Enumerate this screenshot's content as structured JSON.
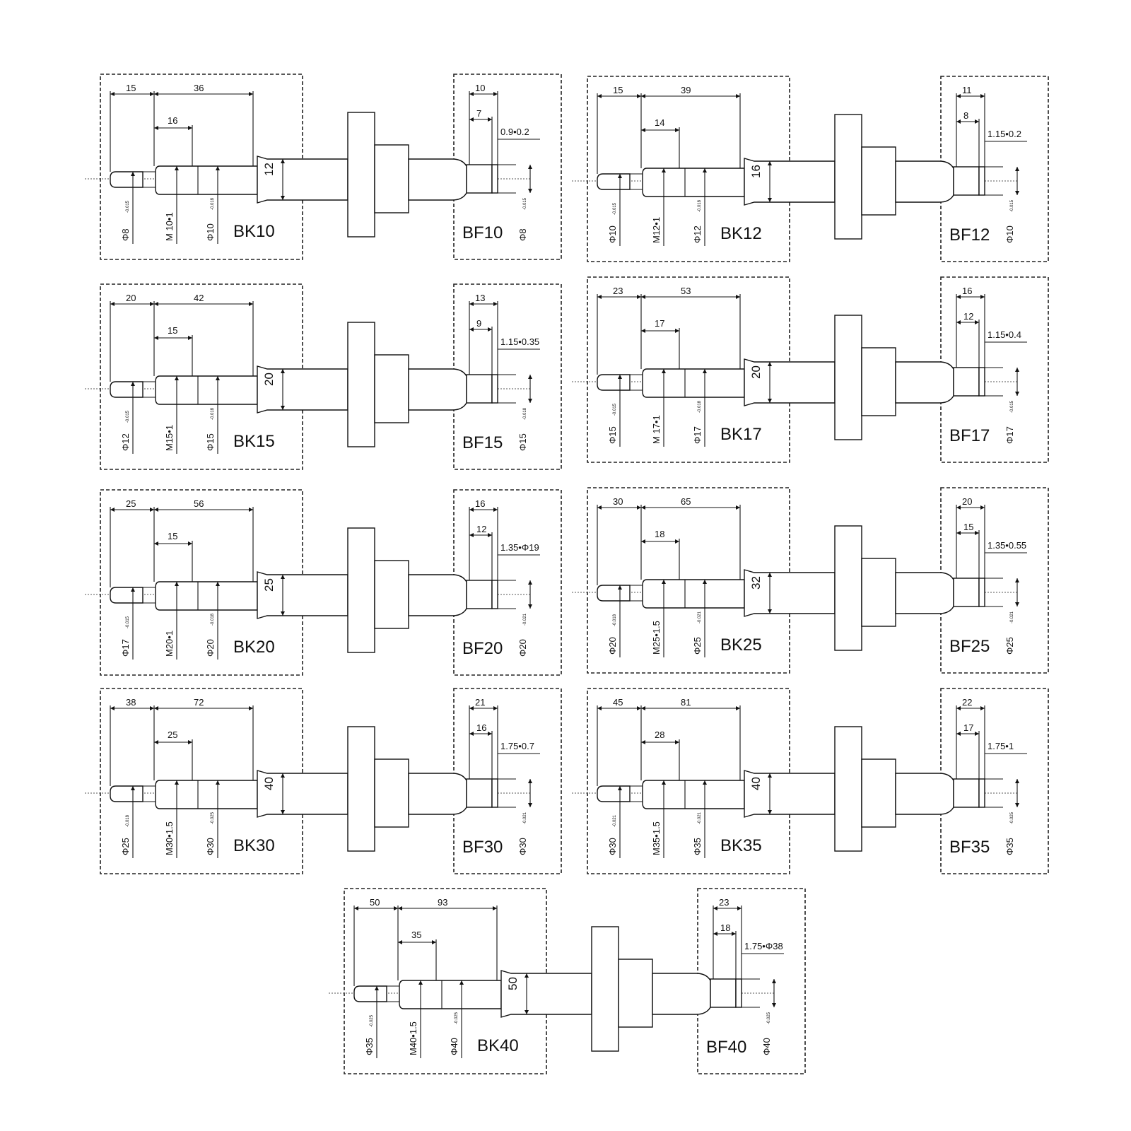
{
  "diagrams": [
    {
      "bk_label": "BK10",
      "bf_label": "BF10",
      "bk_total": "15",
      "bk_shaft": "36",
      "bk_thread_len": "16",
      "step_dia": "12",
      "bk_end_dia": "Φ8",
      "bk_end_tol": "-0.015",
      "bk_thread": "M 10•1",
      "bk_brg_dia": "Φ10",
      "bk_brg_tol": "-0.018",
      "bf_len_outer": "10",
      "bf_len_inner": "7",
      "bf_groove": "0.9•0.2",
      "bf_dia": "Φ8",
      "bf_tol": "-0.015"
    },
    {
      "bk_label": "BK12",
      "bf_label": "BF12",
      "bk_total": "15",
      "bk_shaft": "39",
      "bk_thread_len": "14",
      "step_dia": "16",
      "bk_end_dia": "Φ10",
      "bk_end_tol": "-0.015",
      "bk_thread": "M12•1",
      "bk_brg_dia": "Φ12",
      "bk_brg_tol": "-0.018",
      "bf_len_outer": "11",
      "bf_len_inner": "8",
      "bf_groove": "1.15•0.2",
      "bf_dia": "Φ10",
      "bf_tol": "-0.015"
    },
    {
      "bk_label": "BK15",
      "bf_label": "BF15",
      "bk_total": "20",
      "bk_shaft": "42",
      "bk_thread_len": "15",
      "step_dia": "20",
      "bk_end_dia": "Φ12",
      "bk_end_tol": "-0.015",
      "bk_thread": "M15•1",
      "bk_brg_dia": "Φ15",
      "bk_brg_tol": "-0.018",
      "bf_len_outer": "13",
      "bf_len_inner": "9",
      "bf_groove": "1.15•0.35",
      "bf_dia": "Φ15",
      "bf_tol": "-0.018"
    },
    {
      "bk_label": "BK17",
      "bf_label": "BF17",
      "bk_total": "23",
      "bk_shaft": "53",
      "bk_thread_len": "17",
      "step_dia": "20",
      "bk_end_dia": "Φ15",
      "bk_end_tol": "-0.015",
      "bk_thread": "M 17•1",
      "bk_brg_dia": "Φ17",
      "bk_brg_tol": "-0.018",
      "bf_len_outer": "16",
      "bf_len_inner": "12",
      "bf_groove": "1.15•0.4",
      "bf_dia": "Φ17",
      "bf_tol": "-0.015"
    },
    {
      "bk_label": "BK20",
      "bf_label": "BF20",
      "bk_total": "25",
      "bk_shaft": "56",
      "bk_thread_len": "15",
      "step_dia": "25",
      "bk_end_dia": "Φ17",
      "bk_end_tol": "-0.015",
      "bk_thread": "M20•1",
      "bk_brg_dia": "Φ20",
      "bk_brg_tol": "-0.018",
      "bf_len_outer": "16",
      "bf_len_inner": "12",
      "bf_groove": "1.35•Φ19",
      "bf_dia": "Φ20",
      "bf_tol": "-0.021"
    },
    {
      "bk_label": "BK25",
      "bf_label": "BF25",
      "bk_total": "30",
      "bk_shaft": "65",
      "bk_thread_len": "18",
      "step_dia": "32",
      "bk_end_dia": "Φ20",
      "bk_end_tol": "-0.018",
      "bk_thread": "M25•1.5",
      "bk_brg_dia": "Φ25",
      "bk_brg_tol": "-0.021",
      "bf_len_outer": "20",
      "bf_len_inner": "15",
      "bf_groove": "1.35•0.55",
      "bf_dia": "Φ25",
      "bf_tol": "-0.021"
    },
    {
      "bk_label": "BK30",
      "bf_label": "BF30",
      "bk_total": "38",
      "bk_shaft": "72",
      "bk_thread_len": "25",
      "step_dia": "40",
      "bk_end_dia": "Φ25",
      "bk_end_tol": "-0.018",
      "bk_thread": "M30•1.5",
      "bk_brg_dia": "Φ30",
      "bk_brg_tol": "-0.025",
      "bf_len_outer": "21",
      "bf_len_inner": "16",
      "bf_groove": "1.75•0.7",
      "bf_dia": "Φ30",
      "bf_tol": "-0.021"
    },
    {
      "bk_label": "BK35",
      "bf_label": "BF35",
      "bk_total": "45",
      "bk_shaft": "81",
      "bk_thread_len": "28",
      "step_dia": "40",
      "bk_end_dia": "Φ30",
      "bk_end_tol": "-0.021",
      "bk_thread": "M35•1.5",
      "bk_brg_dia": "Φ35",
      "bk_brg_tol": "-0.021",
      "bf_len_outer": "22",
      "bf_len_inner": "17",
      "bf_groove": "1.75•1",
      "bf_dia": "Φ35",
      "bf_tol": "-0.025"
    },
    {
      "bk_label": "BK40",
      "bf_label": "BF40",
      "bk_total": "50",
      "bk_shaft": "93",
      "bk_thread_len": "35",
      "step_dia": "50",
      "bk_end_dia": "Φ35",
      "bk_end_tol": "-0.025",
      "bk_thread": "M40•1.5",
      "bk_brg_dia": "Φ40",
      "bk_brg_tol": "-0.025",
      "bf_len_outer": "23",
      "bf_len_inner": "18",
      "bf_groove": "1.75•Φ38",
      "bf_dia": "Φ40",
      "bf_tol": "-0.025"
    }
  ]
}
